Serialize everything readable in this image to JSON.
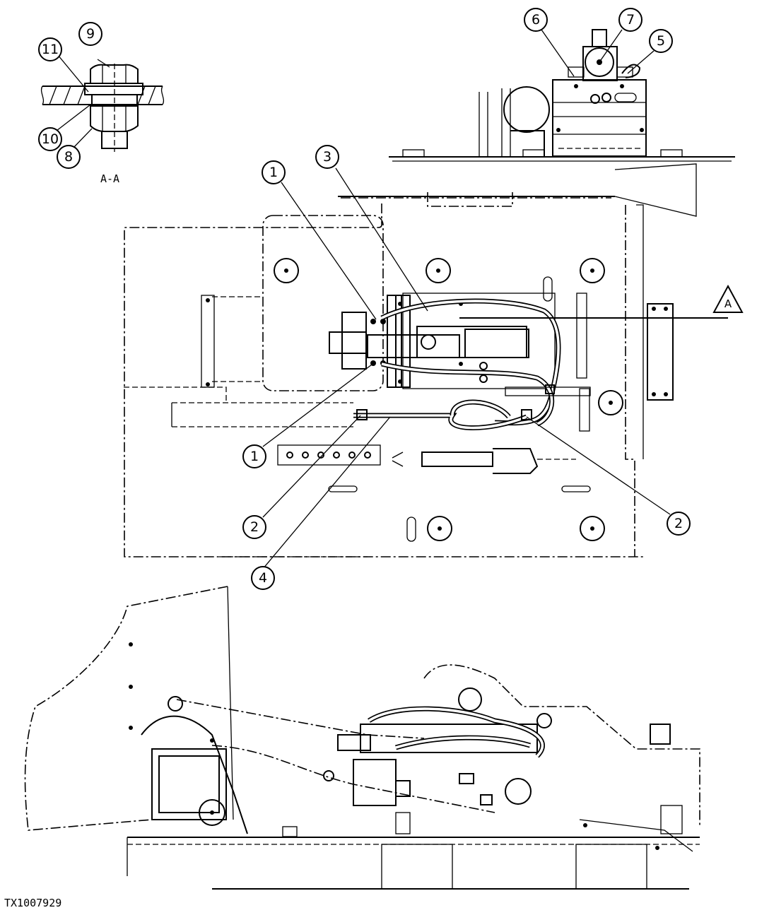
{
  "callouts": {
    "c9": "9",
    "c11": "11",
    "c10": "10",
    "c8": "8",
    "c6": "6",
    "c7": "7",
    "c5": "5",
    "c3": "3",
    "c1_top": "1",
    "c1_bottom": "1",
    "c2_left": "2",
    "c2_right": "2",
    "c4": "4"
  },
  "section_label": "A-A",
  "section_marker": "A",
  "figure_id": "TX1007929"
}
